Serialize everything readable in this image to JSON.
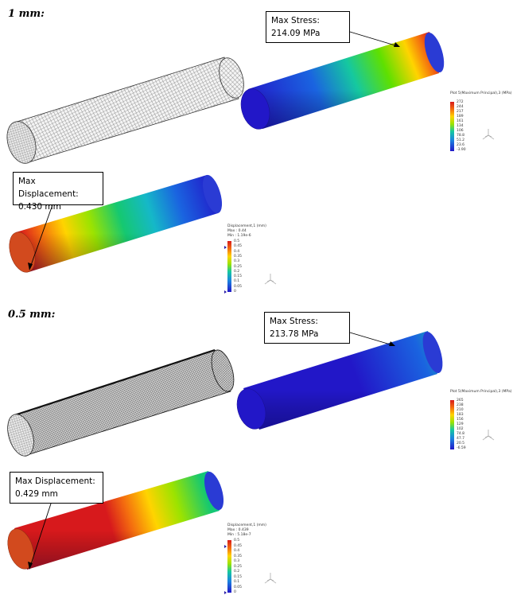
{
  "sections": [
    {
      "title": "1 mm:",
      "stress_callout": {
        "label": "Max Stress:",
        "value": "214.09 MPa"
      },
      "disp_callout": {
        "label": "Max Displacement:",
        "value": "0.430 mm"
      },
      "stress_legend": {
        "title": "Plot 5(Maximum Principal),3 (MPa)",
        "ticks": [
          "272",
          "244",
          "217",
          "189",
          "161",
          "134",
          "106",
          "78.8",
          "51.2",
          "23.6",
          "-3.90"
        ]
      },
      "disp_legend": {
        "title": "Displacement,1 (mm)",
        "max": "Max : 0.44",
        "min": "Min : 1.19e-6",
        "ticks": [
          "0.5",
          "0.45",
          "0.4",
          "0.35",
          "0.3",
          "0.25",
          "0.2",
          "0.15",
          "0.1",
          "0.05",
          "0"
        ]
      }
    },
    {
      "title": "0.5 mm:",
      "stress_callout": {
        "label": "Max Stress:",
        "value": "213.78 MPa"
      },
      "disp_callout": {
        "label": "Max Displacement:",
        "value": "0.429 mm"
      },
      "stress_legend": {
        "title": "Plot 5(Maximum Principal),3 (MPa)",
        "ticks": [
          "265",
          "238",
          "210",
          "183",
          "156",
          "129",
          "102",
          "74.8",
          "47.7",
          "20.5",
          "-6.59"
        ]
      },
      "disp_legend": {
        "title": "Displacement,1 (mm)",
        "max": "Max : 0.439",
        "min": "Min : 5.18e-7",
        "ticks": [
          "0.5",
          "0.45",
          "0.4",
          "0.35",
          "0.3",
          "0.25",
          "0.2",
          "0.15",
          "0.1",
          "0.05",
          "0"
        ]
      }
    }
  ],
  "colors": {
    "max": "#d7191c",
    "high": "#f46d0f",
    "mid_high": "#ffd400",
    "mid": "#15c8a0",
    "low": "#2217c8"
  }
}
